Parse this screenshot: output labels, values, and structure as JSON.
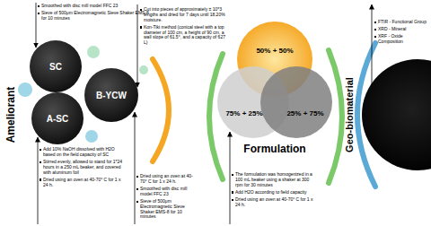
{
  "diagram": {
    "nodes": [
      {
        "text": [
          "SC"
        ]
      },
      {
        "text": [
          "B-YCW"
        ]
      },
      {
        "text": [
          "A-SC"
        ]
      },
      {
        "text": [
          "50% + 50%"
        ]
      },
      {
        "text": [
          "75% + 25%"
        ]
      },
      {
        "text": [
          "25% + 75%"
        ]
      }
    ],
    "labels": [
      "Smoothed with disc mill model FFC 23",
      "Sieve of 500μm Electromagnetic Sieve Shaker EMS-8 for 10 minutes",
      "Cut into pieces of approximately ± 10*3 lengths and dried for 7 days until 18.20% moisture.",
      "Kon-Tiki method (conical steel with a top diameter of 100 cm, a height of 90 cm, a wall slope of 61.5°, and a capacity of 627 L)",
      "Ameliorant",
      "Add 10% NaOH dissolved with H2O based on the field capacity of SC",
      "Stirred evenly, allowed to stand for 1*24 hours in a 250 mL beaker, and covered with aluminum foil",
      "Dried using an oven at 40-70° C for 1 x 24 h.",
      "Dried using an oven at 40-70° C for 1 x 24 h.",
      "Smoothed with disc mill model FFC 23",
      "Sieve of 500μm Electromagnetic Sieve Shaker EMS-8 for 10 minutes",
      "Formulation",
      "The formulation was homogenized in a 100 mL beaker using a shaker at 300 rpm for 30 minutes",
      "Add H2O according to field capacity",
      "Dried using an oven at 40-70° C for 1 x 24 h.",
      "Geo-biomaterial",
      "FTIR - Functional Group",
      "XRD - Mineral",
      "XRF - Oxide Composition"
    ]
  }
}
